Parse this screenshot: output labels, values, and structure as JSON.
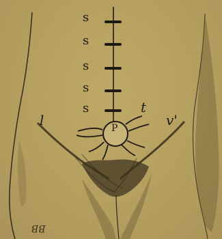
{
  "labels": {
    "s": [
      "s",
      "s",
      "s",
      "s",
      "s"
    ],
    "p": "P",
    "left_l": "l",
    "t": "t",
    "v": "v'",
    "signature": "BB"
  },
  "colors": {
    "paper": "#b8a262",
    "ink": "#1f1a10"
  }
}
